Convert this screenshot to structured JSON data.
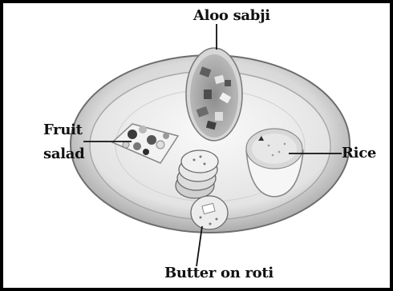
{
  "labels": {
    "aloo_sabji": "Aloo sabji",
    "fruit_salad_line1": "Fruit",
    "fruit_salad_line2": "salad",
    "rice": "Rice",
    "butter_on_roti": "Butter on roti"
  }
}
